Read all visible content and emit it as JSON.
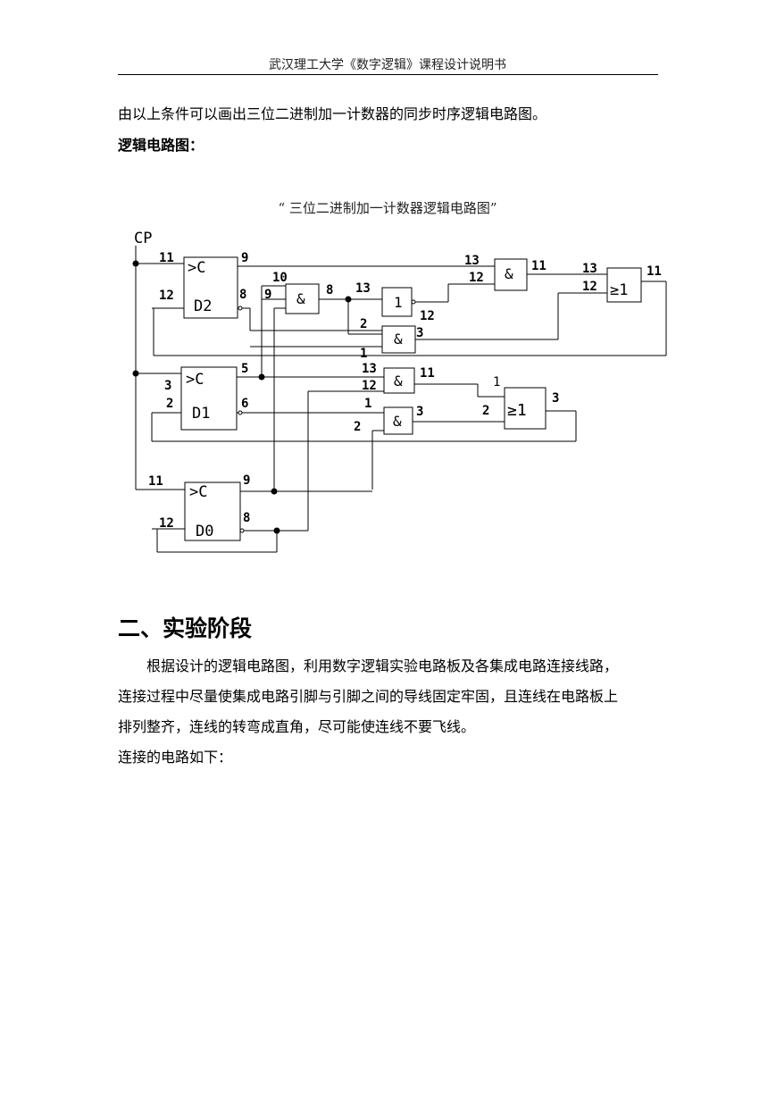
{
  "header": {
    "title": "武汉理工大学《数字逻辑》课程设计说明书"
  },
  "intro": {
    "line1": "由以上条件可以画出三位二进制加一计数器的同步时序逻辑电路图。",
    "subheading": "逻辑电路图："
  },
  "figure": {
    "caption": "“ 三位二进制加一计数器逻辑电路图”",
    "clock_label": "CP",
    "flipflops": [
      {
        "clk": ">C",
        "name": "D2",
        "pin_clk": "11",
        "pin_d": "12",
        "pin_q": "9",
        "pin_qn": "8"
      },
      {
        "clk": ">C",
        "name": "D1",
        "pin_clk": "3",
        "pin_d": "2",
        "pin_q": "5",
        "pin_qn": "6"
      },
      {
        "clk": ">C",
        "name": "D0",
        "pin_clk": "11",
        "pin_d": "12",
        "pin_q": "9",
        "pin_qn": "8"
      }
    ],
    "gates": {
      "and": "&",
      "not": "1",
      "or": "≥1"
    },
    "pins": {
      "and_a_in1": "10",
      "and_a_in2": "9",
      "and_a_out": "8",
      "not_in": "13",
      "not_out": "12",
      "and_b_in1": "2",
      "and_b_out": "3",
      "and_b_in2": "1",
      "and_c_in1": "13",
      "and_c_in2": "12",
      "and_c_out": "11",
      "or_a_in1": "13",
      "or_a_in2": "12",
      "or_a_out": "11",
      "and_d_in1": "13",
      "and_d_in2": "12",
      "and_d_out": "11",
      "and_e_in1": "1",
      "and_e_in2": "2",
      "and_e_out": "3",
      "or_b_in1": "1",
      "or_b_in2": "2",
      "or_b_out": "3"
    }
  },
  "section2": {
    "title": "二、实验阶段",
    "para_line1": "根据设计的逻辑电路图，利用数字逻辑实验电路板及各集成电路连接线路，",
    "para_line2": "连接过程中尽量使集成电路引脚与引脚之间的导线固定牢固，且连线在电路板上",
    "para_line3": "排列整齐，连线的转弯成直角，尽可能使连线不要飞线。",
    "para_line4": "连接的电路如下："
  }
}
